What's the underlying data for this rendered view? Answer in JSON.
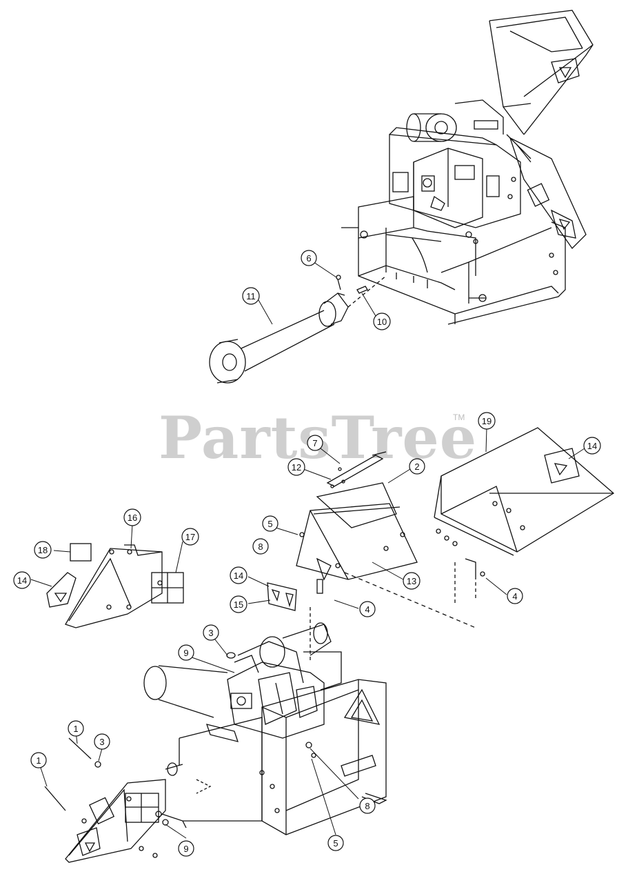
{
  "watermark": {
    "text": "PartsTree",
    "tm": "TM"
  },
  "callouts": [
    {
      "id": "c-6",
      "label": "6"
    },
    {
      "id": "c-11",
      "label": "11"
    },
    {
      "id": "c-10",
      "label": "10"
    },
    {
      "id": "c-7",
      "label": "7"
    },
    {
      "id": "c-12",
      "label": "12"
    },
    {
      "id": "c-2",
      "label": "2"
    },
    {
      "id": "c-19",
      "label": "19"
    },
    {
      "id": "c-14a",
      "label": "14"
    },
    {
      "id": "c-16",
      "label": "16"
    },
    {
      "id": "c-17",
      "label": "17"
    },
    {
      "id": "c-18",
      "label": "18"
    },
    {
      "id": "c-14b",
      "label": "14"
    },
    {
      "id": "c-5a",
      "label": "5"
    },
    {
      "id": "c-8a",
      "label": "8"
    },
    {
      "id": "c-13",
      "label": "13"
    },
    {
      "id": "c-14c",
      "label": "14"
    },
    {
      "id": "c-15",
      "label": "15"
    },
    {
      "id": "c-4a",
      "label": "4"
    },
    {
      "id": "c-4b",
      "label": "4"
    },
    {
      "id": "c-3a",
      "label": "3"
    },
    {
      "id": "c-9a",
      "label": "9"
    },
    {
      "id": "c-1a",
      "label": "1"
    },
    {
      "id": "c-3b",
      "label": "3"
    },
    {
      "id": "c-1b",
      "label": "1"
    },
    {
      "id": "c-8b",
      "label": "8"
    },
    {
      "id": "c-9b",
      "label": "9"
    },
    {
      "id": "c-5b",
      "label": "5"
    }
  ]
}
